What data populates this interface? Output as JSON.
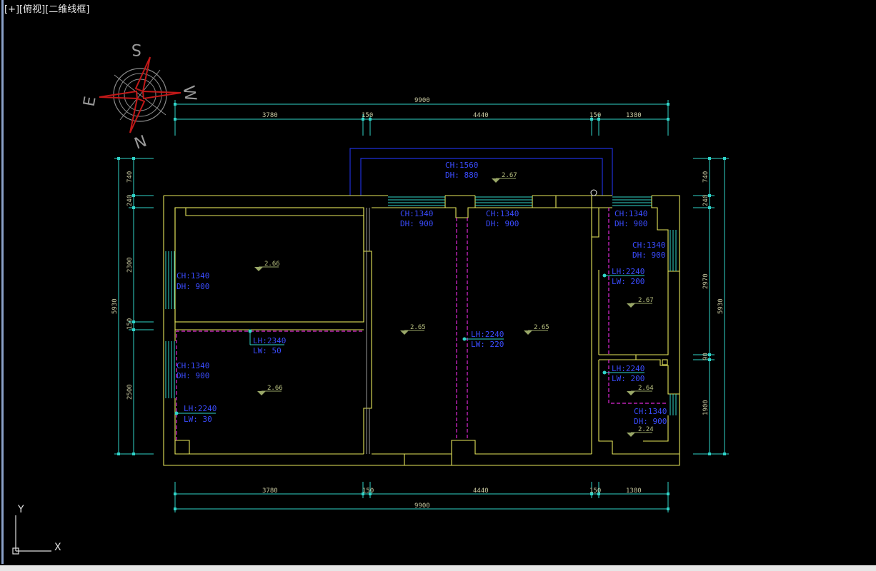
{
  "viewport": {
    "label": "[+][俯视][二维线框]"
  },
  "compass": {
    "n": "N",
    "s": "S",
    "e": "E",
    "w": "W"
  },
  "ucs": {
    "x": "X",
    "y": "Y"
  },
  "dims": {
    "top_total": "9900",
    "top_segments": [
      "3780",
      "150",
      "4440",
      "150",
      "1380"
    ],
    "bottom_total": "9900",
    "bottom_segments": [
      "3780",
      "150",
      "4440",
      "150",
      "1380"
    ],
    "left_total": "5930",
    "left_segments": [
      "740",
      "240",
      "2300",
      "150",
      "2500"
    ],
    "right_total": "5930",
    "right_segments": [
      "740",
      "240",
      "2970",
      "90",
      "1900"
    ]
  },
  "annotations": [
    {
      "l1": "CH:1560",
      "l2": "DH: 880"
    },
    {
      "l1": "CH:1340",
      "l2": "DH: 900"
    },
    {
      "l1": "CH:1340",
      "l2": "DH: 900"
    },
    {
      "l1": "CH:1340",
      "l2": "DH: 900"
    },
    {
      "l1": "CH:1340",
      "l2": "DH: 900"
    },
    {
      "l1": "CH:1340",
      "l2": "DH: 900"
    },
    {
      "l1": "CH:1340",
      "l2": "DH: 900"
    },
    {
      "l1": "CH:1340",
      "l2": "DH: 900"
    },
    {
      "l1": "LH:2240",
      "l2": "LW: 200"
    },
    {
      "l1": "LH:2240",
      "l2": "LW: 200"
    },
    {
      "l1": "LH:2240",
      "l2": "LW: 220"
    },
    {
      "l1": "LH:2340",
      "l2": "LW:  50"
    },
    {
      "l1": "LH:2240",
      "l2": "LW:  30"
    }
  ],
  "levels": [
    "2.67",
    "2.66",
    "2.65",
    "2.65",
    "2.67",
    "2.66",
    "2.64",
    "2.24"
  ]
}
